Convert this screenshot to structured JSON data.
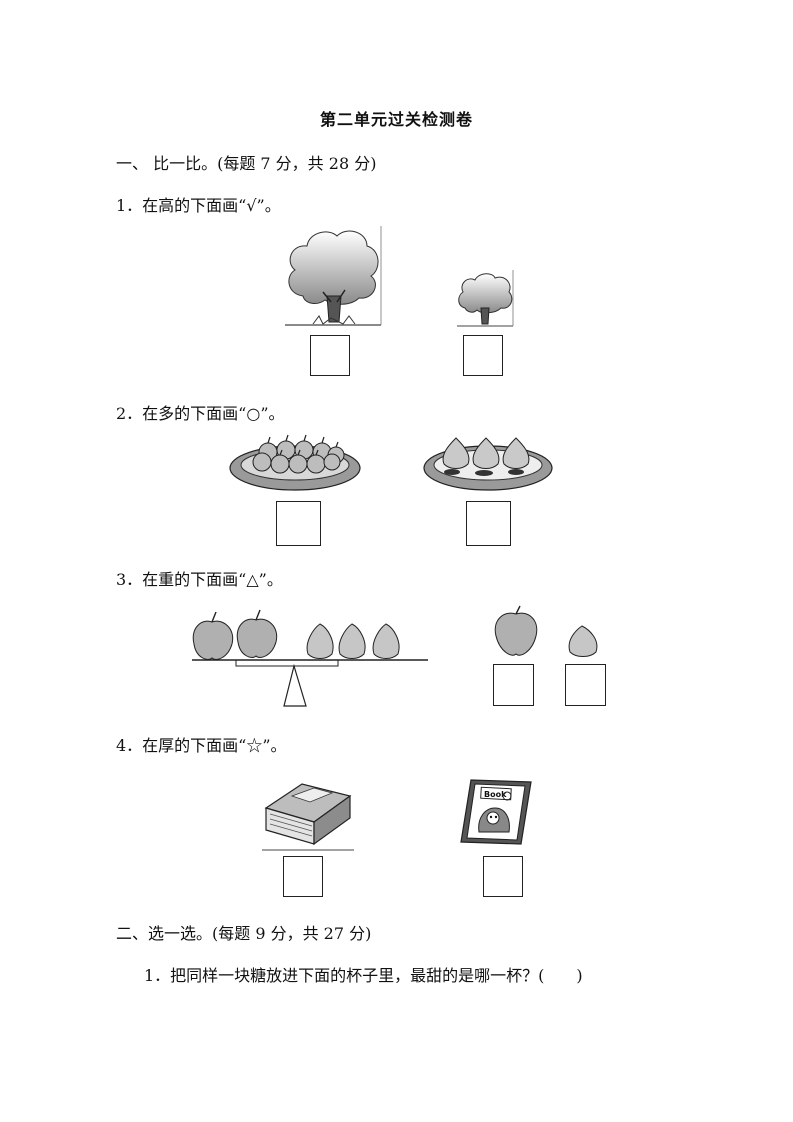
{
  "document": {
    "title": "第二单元过关检测卷",
    "section1": {
      "heading": "一、  比一比。(每题 7 分，共 28 分)",
      "q1": "1．在高的下面画“√”。",
      "q2": "2．在多的下面画“○”。",
      "q3": "3．在重的下面画“△”。",
      "q4": "4．在厚的下面画“☆”。"
    },
    "section2": {
      "heading": "二、选一选。(每题 9 分，共 27 分)",
      "q1": "1．把同样一块糖放进下面的杯子里，最甜的是哪一杯？(　　)"
    },
    "illustrations": {
      "book_cover_text": "Book"
    }
  }
}
